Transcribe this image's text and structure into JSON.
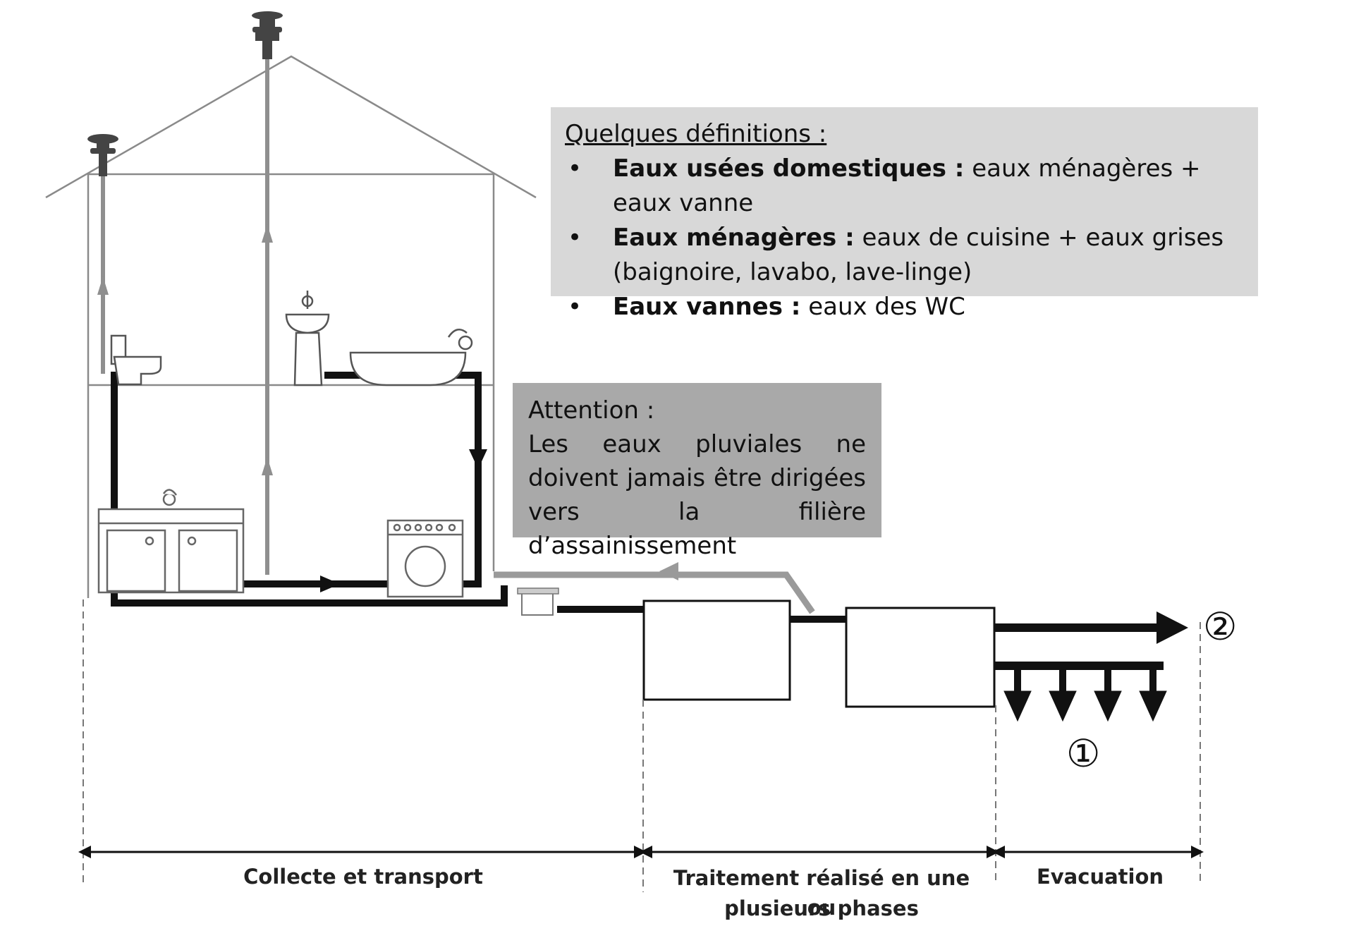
{
  "definitions": {
    "title": "Quelques définitions :",
    "items": [
      {
        "term": "Eaux usées domestiques :",
        "text": " eaux ménagères + eaux vanne",
        "text2": ""
      },
      {
        "term": "Eaux ménagères :",
        "text": " eaux de cuisine + eaux grises",
        "text2": "(baignoire, lavabo, lave-linge)"
      },
      {
        "term": "Eaux vannes :",
        "text": " eaux des WC",
        "text2": ""
      }
    ]
  },
  "attention": {
    "title": "Attention :",
    "text": "Les eaux pluviales ne doivent jamais être dirigées vers la filière d’assainissement"
  },
  "stages": {
    "collecte": "Collecte et transport",
    "traitement_line1": "Traitement réalisé en une ou",
    "traitement_line2": "plusieurs phases",
    "evacuation": "Evacuation"
  },
  "markers": {
    "one": "①",
    "two": "②"
  },
  "colors": {
    "pipe_black": "#111111",
    "pipe_grey": "#9a9a9a",
    "house_line": "#8a8a8a",
    "defs_bg": "#d8d8d8",
    "attention_bg": "#a9a9a9"
  }
}
